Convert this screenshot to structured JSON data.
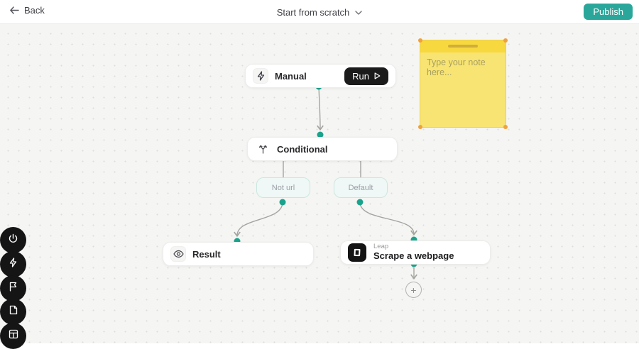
{
  "topbar": {
    "back_label": "Back",
    "title": "Start from scratch",
    "publish_label": "Publish"
  },
  "colors": {
    "accent_teal": "#2aa79a",
    "connector_dot_teal": "#1aa38c",
    "note_body_yellow": "#f8e472",
    "note_header_yellow": "#f7d83f",
    "canvas_bg": "#f5f5f3"
  },
  "canvas": {
    "nodes": {
      "manual": {
        "icon": "zap-icon",
        "label": "Manual",
        "run_label": "Run"
      },
      "conditional": {
        "icon": "branch-split-icon",
        "label": "Conditional"
      },
      "result": {
        "icon": "eye-icon",
        "label": "Result"
      },
      "leap": {
        "icon": "leap-logo-icon",
        "app": "Leap",
        "label": "Scrape a webpage"
      }
    },
    "branches": [
      {
        "label": "Not url"
      },
      {
        "label": "Default"
      }
    ],
    "note": {
      "placeholder": "Type your note here..."
    },
    "add_node": {
      "plus": "+"
    }
  },
  "sidebar": {
    "items": [
      {
        "icon": "power-icon"
      },
      {
        "icon": "zap-icon"
      },
      {
        "icon": "flag-icon"
      },
      {
        "icon": "file-icon"
      },
      {
        "icon": "layout-icon"
      }
    ]
  }
}
